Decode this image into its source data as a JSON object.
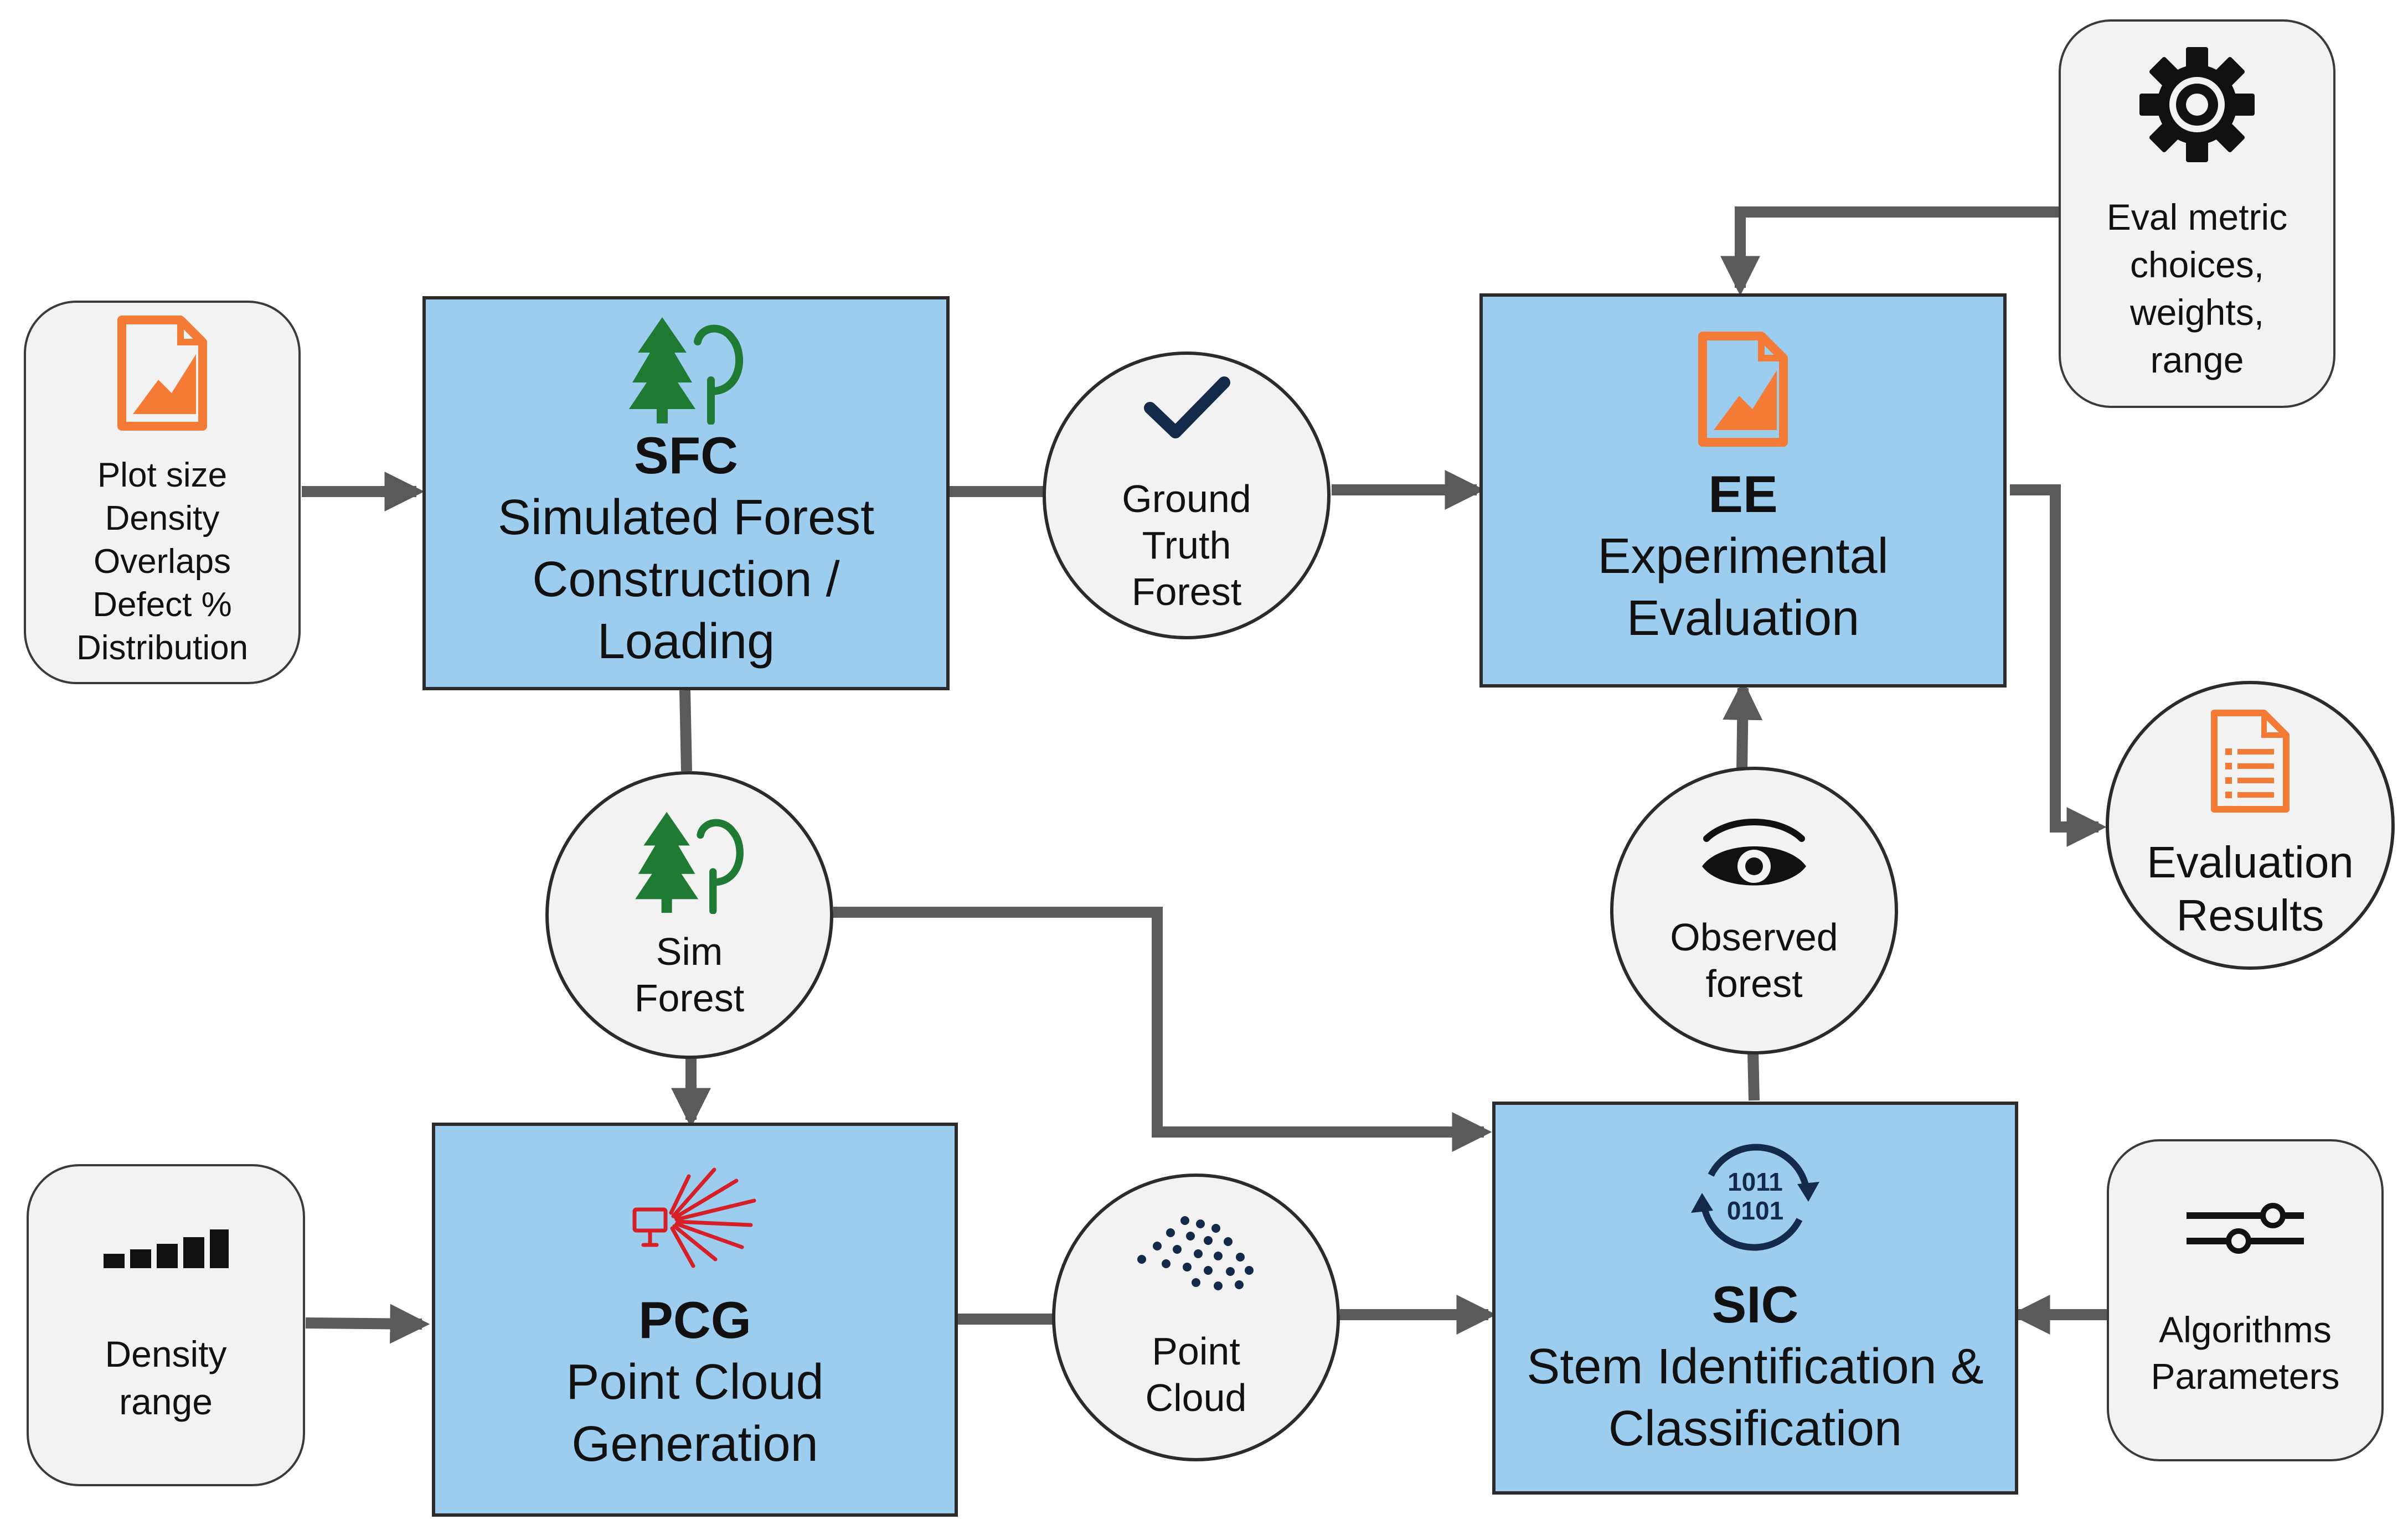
{
  "notes": {
    "plot_params": [
      "Plot size",
      "Density",
      "Overlaps",
      "Defect  %",
      "Distribution"
    ],
    "density_range": [
      "Density",
      "range"
    ],
    "eval_metric": [
      "Eval metric",
      "choices,",
      "weights,",
      "range"
    ],
    "algorithms": [
      "Algorithms",
      "Parameters"
    ]
  },
  "processes": {
    "sfc": {
      "abbr": "SFC",
      "title": [
        "Simulated Forest",
        "Construction /",
        "Loading"
      ]
    },
    "ee": {
      "abbr": "EE",
      "title": [
        "Experimental",
        "Evaluation"
      ]
    },
    "pcg": {
      "abbr": "PCG",
      "title": [
        "Point Cloud",
        "Generation"
      ]
    },
    "sic": {
      "abbr": "SIC",
      "title": [
        "Stem Identification &",
        "Classification"
      ]
    }
  },
  "artifacts": {
    "ground_truth": [
      "Ground",
      "Truth",
      "Forest"
    ],
    "sim_forest": [
      "Sim",
      "Forest"
    ],
    "point_cloud": [
      "Point",
      "Cloud"
    ],
    "observed_forest": [
      "Observed",
      "forest"
    ],
    "evaluation_results": [
      "Evaluation",
      "Results"
    ]
  },
  "binary_icon": [
    "1011",
    "0101"
  ],
  "colors": {
    "process_fill": "#9dcdee",
    "note_fill": "#f2f2f2",
    "connector": "#5a5a5a",
    "tree_green": "#1f7a33",
    "report_orange": "#f47b35",
    "scanner_red": "#d61f26",
    "navy": "#132a4a"
  },
  "icons": [
    "report-chart-icon",
    "tree-icon",
    "checkmark-icon",
    "gear-icon",
    "eye-icon",
    "document-list-icon",
    "lidar-scanner-icon",
    "signal-bars-icon",
    "point-cloud-icon",
    "binary-sync-icon",
    "sliders-icon"
  ]
}
